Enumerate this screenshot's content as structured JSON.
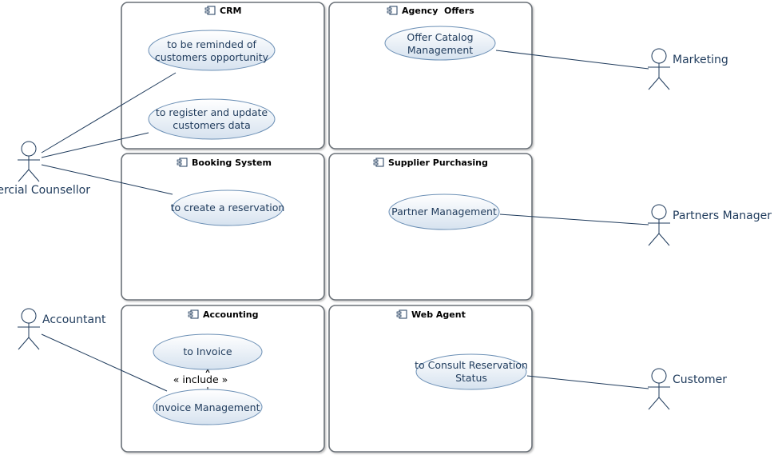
{
  "packages": {
    "crm": "CRM",
    "agency_offers": "Agency  Offers",
    "booking": "Booking System",
    "supplier": "Supplier Purchasing",
    "accounting": "Accounting",
    "web_agent": "Web Agent"
  },
  "use_cases": {
    "reminded": [
      "to be reminded of",
      "customers opportunity"
    ],
    "register": [
      "to register and update",
      "customers data"
    ],
    "offer_catalog": [
      "Offer Catalog",
      "Management"
    ],
    "create_reservation": [
      "to create a reservation"
    ],
    "partner_mgmt": [
      "Partner Management"
    ],
    "to_invoice": [
      "to Invoice"
    ],
    "invoice_mgmt": [
      "Invoice Management"
    ],
    "consult_status": [
      "to Consult Reservation",
      "Status"
    ]
  },
  "actors": {
    "commercial": "ercial Counsellor",
    "accountant": "Accountant",
    "marketing": "Marketing",
    "partners": "Partners Manager",
    "customer": "Customer"
  },
  "relations": {
    "include_label": "« include »"
  },
  "colors": {
    "package_border": "#6b7178",
    "usecase_border": "#6b8fb5",
    "usecase_fill_top": "#ffffff",
    "usecase_fill_bottom": "#d6e2ef",
    "line": "#1f3b5c",
    "text": "#1f3b5c"
  }
}
